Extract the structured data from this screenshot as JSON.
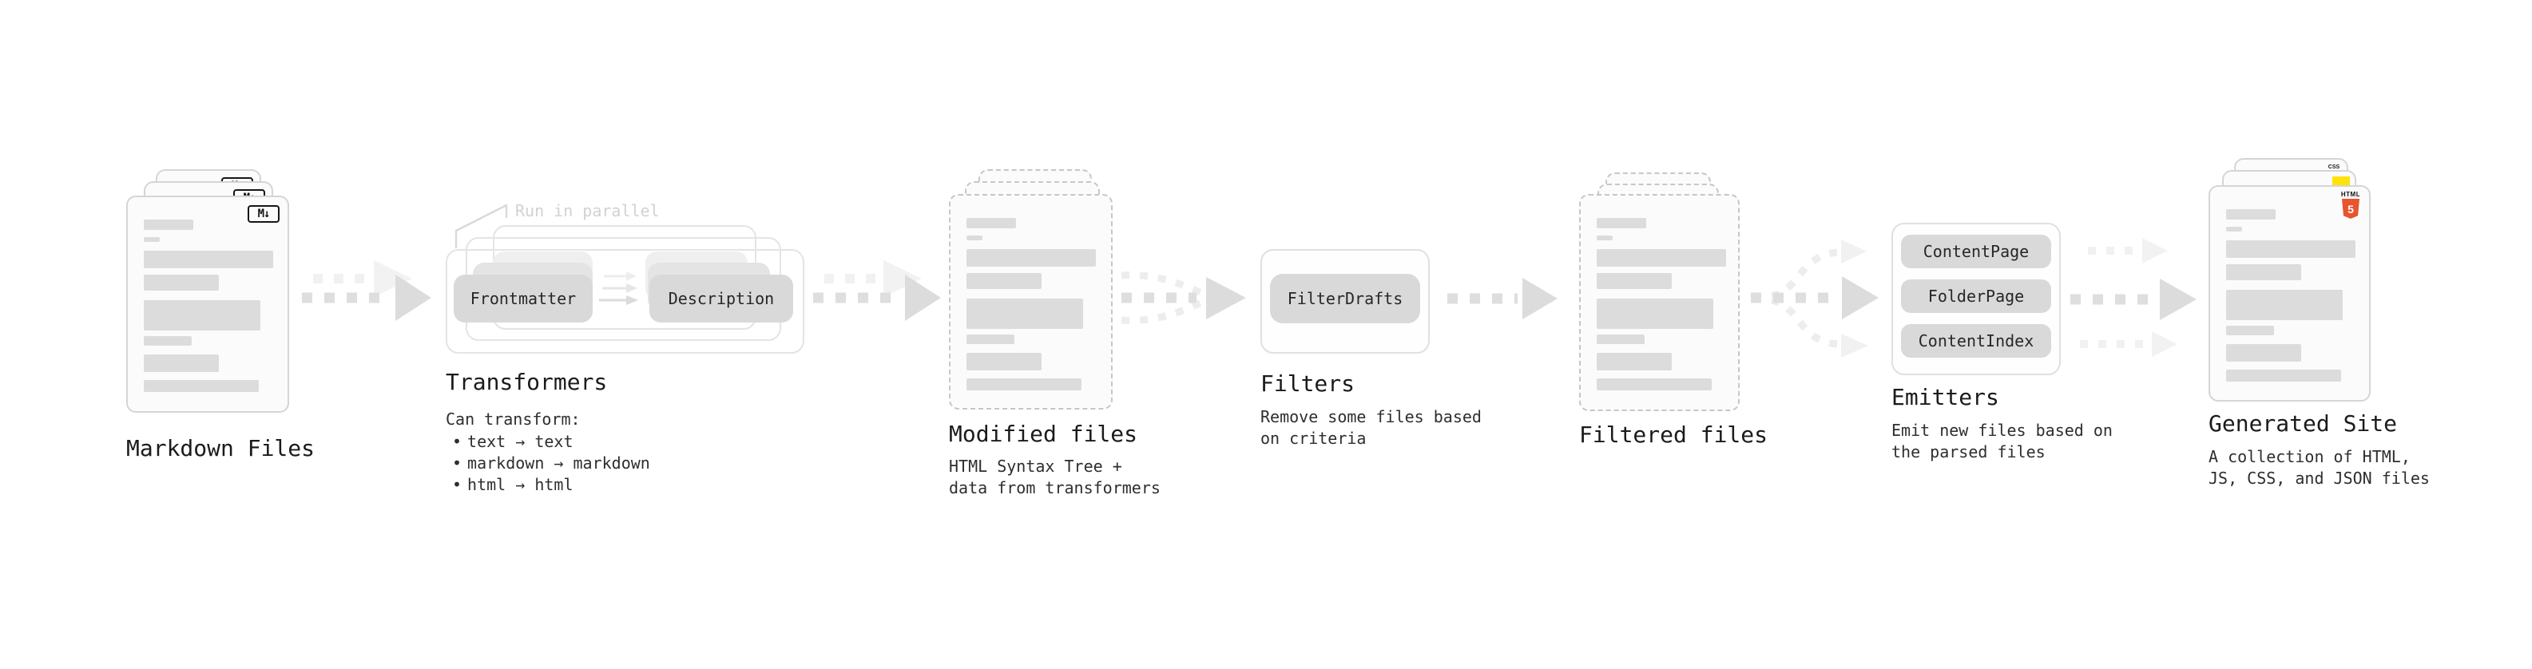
{
  "stages": {
    "markdown_files": {
      "label": "Markdown Files",
      "badge": "M↓"
    },
    "transformers": {
      "label": "Transformers",
      "annotation": "Run in parallel",
      "input_pill": "Frontmatter",
      "output_pill": "Description",
      "desc_title": "Can transform:",
      "bullet_char": "•",
      "bullets": [
        "text → text",
        "markdown → markdown",
        "html → html"
      ]
    },
    "modified_files": {
      "label": "Modified files",
      "desc_lines": [
        "HTML Syntax Tree +",
        "data from transformers"
      ]
    },
    "filters": {
      "label": "Filters",
      "pill": "FilterDrafts",
      "desc_lines": [
        "Remove some files based",
        "on criteria"
      ]
    },
    "filtered_files": {
      "label": "Filtered files"
    },
    "emitters": {
      "label": "Emitters",
      "pills": [
        "ContentPage",
        "FolderPage",
        "ContentIndex"
      ],
      "desc_lines": [
        "Emit new files based on",
        "the parsed files"
      ]
    },
    "generated_site": {
      "label": "Generated Site",
      "desc_lines": [
        "A collection of HTML,",
        "JS, CSS, and JSON files"
      ],
      "html5_badge_word": "HTML",
      "html5_badge_number": "5",
      "css_badge_word": "CSS"
    }
  },
  "colors": {
    "heading": "#1b1b1b",
    "body_text": "#2e2e2e",
    "ghost_text": "#d2d2d2",
    "pill_gray": "#d9d9d9",
    "bar_gray": "#dcdcdc",
    "html5_orange": "#e8542d",
    "js_yellow": "#ffe20a",
    "css_blue": "#3567f2"
  }
}
